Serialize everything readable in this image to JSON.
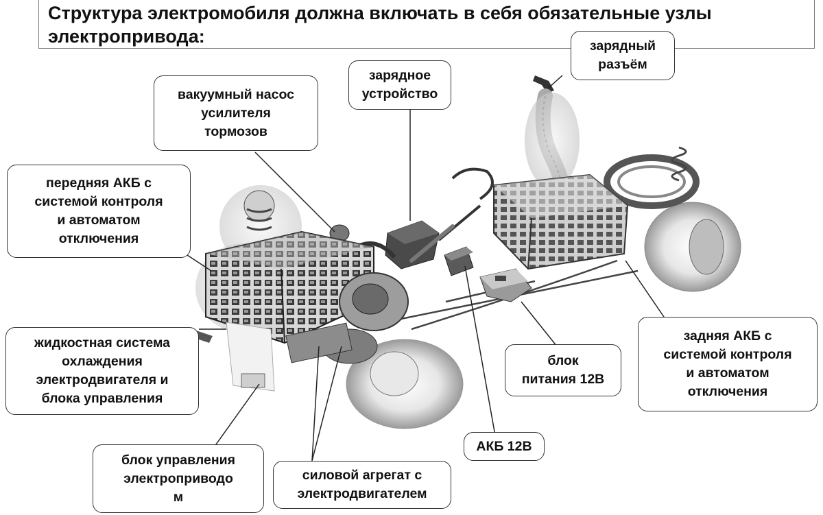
{
  "title": "Структура электромобиля должна включать в себя обязательные узлы электропривода:",
  "labels": {
    "charging_connector": "зарядный\nразъём",
    "charger": "зарядное\nустройство",
    "vacuum_pump": "вакуумный насос\nусилителя\nтормозов",
    "front_battery": "передняя АКБ с\nсистемой контроля\nи автоматом\nотключения",
    "cooling_system": "жидкостная система\nохлаждения\nэлектродвигателя и\nблока управления",
    "drive_control_unit": "блок управления\nэлектроприводо\nм",
    "power_unit": "силовой агрегат с\nэлектродвигателем",
    "battery_12v": "АКБ 12В",
    "power_supply_12v": "блок\nпитания 12В",
    "rear_battery": "задняя АКБ с\nсистемой контроля\nи автоматом\nотключения"
  }
}
